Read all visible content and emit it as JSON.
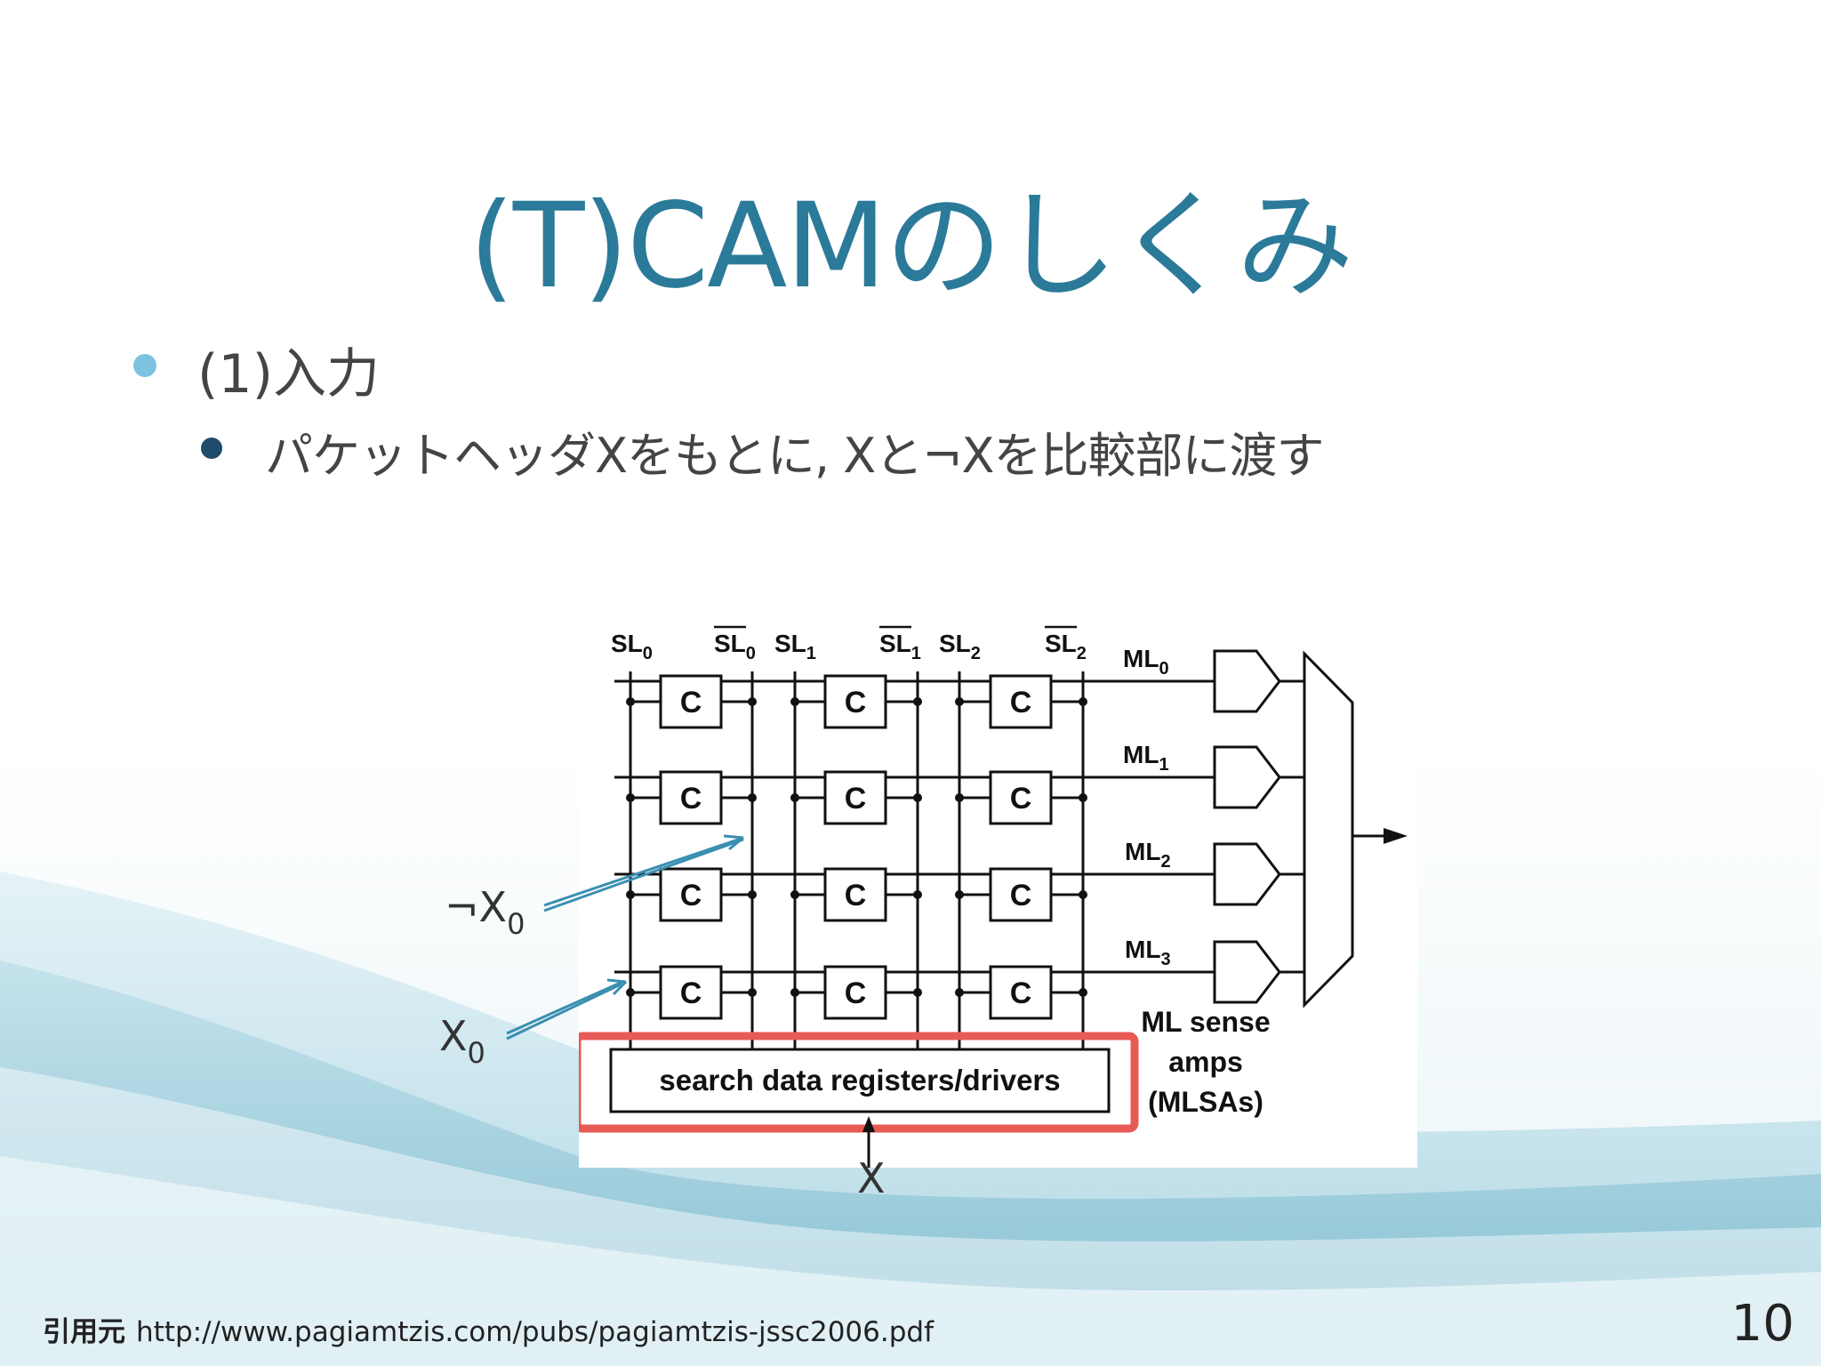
{
  "slide": {
    "title": "(T)CAMのしくみ",
    "bullet_level1": "(1)入力",
    "bullet_level2": "パケットヘッダXをもとに, Xと¬Xを比較部に渡す",
    "source_prefix": "引用元",
    "source_url": "http://www.pagiamtzis.com/pubs/pagiamtzis-jssc2006.pdf",
    "page_number": "10"
  },
  "figure": {
    "sl_labels": [
      "SL",
      "SL",
      "SL",
      "SL",
      "SL",
      "SL"
    ],
    "sl_subs": [
      "0",
      "0",
      "1",
      "1",
      "2",
      "2"
    ],
    "ml_labels": [
      "ML",
      "ML",
      "ML",
      "ML"
    ],
    "ml_subs": [
      "0",
      "1",
      "2",
      "3"
    ],
    "cell_label": "C",
    "ml_sense_1": "ML sense",
    "ml_sense_2": "amps",
    "ml_sense_3": "(MLSAs)",
    "search_data": "search data registers/drivers"
  },
  "annotations": {
    "not_x0": "¬X",
    "x0": "X",
    "x0_sub": "0",
    "x_input": "X"
  },
  "colors": {
    "title": "#2b7a99",
    "highlight_box": "#e85a55",
    "arrow": "#3a8fb0"
  }
}
